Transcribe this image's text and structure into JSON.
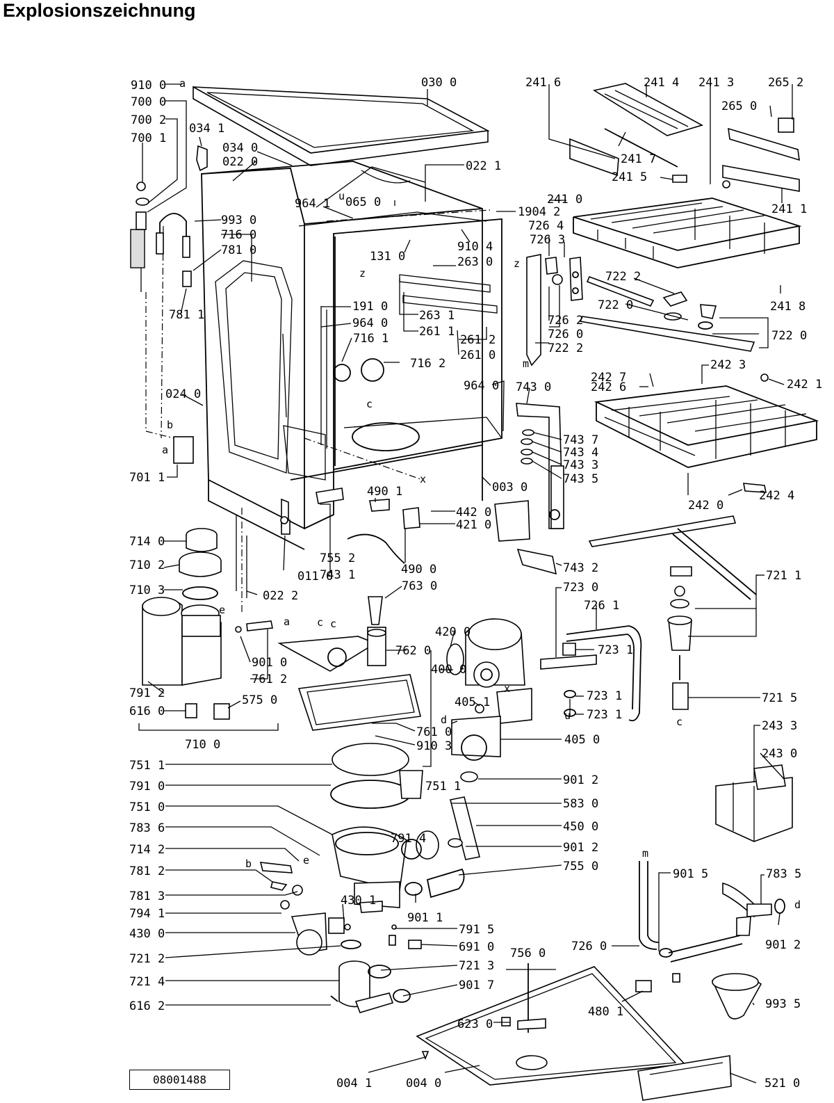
{
  "title": "Explosionszeichnung",
  "reference": "08001488",
  "parts": [
    "910 0",
    "700 0",
    "700 2",
    "700 1",
    "034 1",
    "034 0",
    "022 0",
    "030 0",
    "022 1",
    "964 1",
    "065 0",
    "1904 2",
    "993 0",
    "716 0",
    "781 0",
    "131 0",
    "910 4",
    "263 0",
    "781 1",
    "263 1",
    "261 1",
    "191 0",
    "964 0",
    "716 1",
    "261 2",
    "261 0",
    "716 2",
    "964 0",
    "024 0",
    "003 0",
    "701 1",
    "490 1",
    "442 0",
    "421 0",
    "755 2",
    "743 1",
    "490 0",
    "011 0",
    "022 2",
    "714 0",
    "710 2",
    "710 3",
    "791 2",
    "616 0",
    "575 0",
    "710 0",
    "901 0",
    "761 2",
    "763 0",
    "762 0",
    "420 0",
    "400 0",
    "405 1",
    "405 0",
    "761 0",
    "910 3",
    "751 1",
    "791 0",
    "751 1",
    "751 0",
    "901 2",
    "583 0",
    "450 0",
    "783 6",
    "714 2",
    "781 2",
    "781 3",
    "794 1",
    "430 0",
    "430 1",
    "791 4",
    "901 2",
    "755 0",
    "901 1",
    "721 2",
    "721 3",
    "721 4",
    "901 7",
    "616 2",
    "791 5",
    "691 0",
    "756 0",
    "623 0",
    "004 1",
    "004 0",
    "241 6",
    "241 4",
    "241 3",
    "265 2",
    "265 0",
    "241 7",
    "241 5",
    "241 0",
    "241 1",
    "726 4",
    "726 3",
    "722 2",
    "241 8",
    "722 0",
    "726 2",
    "726 0",
    "722 2",
    "722 0",
    "242 7",
    "242 3",
    "242 6",
    "242 1",
    "743 0",
    "743 7",
    "743 4",
    "743 3",
    "743 5",
    "242 0",
    "242 4",
    "743 2",
    "721 1",
    "723 0",
    "726 1",
    "723 1",
    "723 1",
    "723 1",
    "721 5",
    "243 3",
    "243 0",
    "901 5",
    "783 5",
    "726 0",
    "901 2",
    "480 1",
    "993 5",
    "521 0"
  ],
  "letters": [
    "a",
    "b",
    "a",
    "u",
    "z",
    "z",
    "c",
    "x",
    "m",
    "c",
    "e",
    "a",
    "c",
    "x",
    "d",
    "u",
    "c",
    "b",
    "e",
    "m",
    "d"
  ]
}
